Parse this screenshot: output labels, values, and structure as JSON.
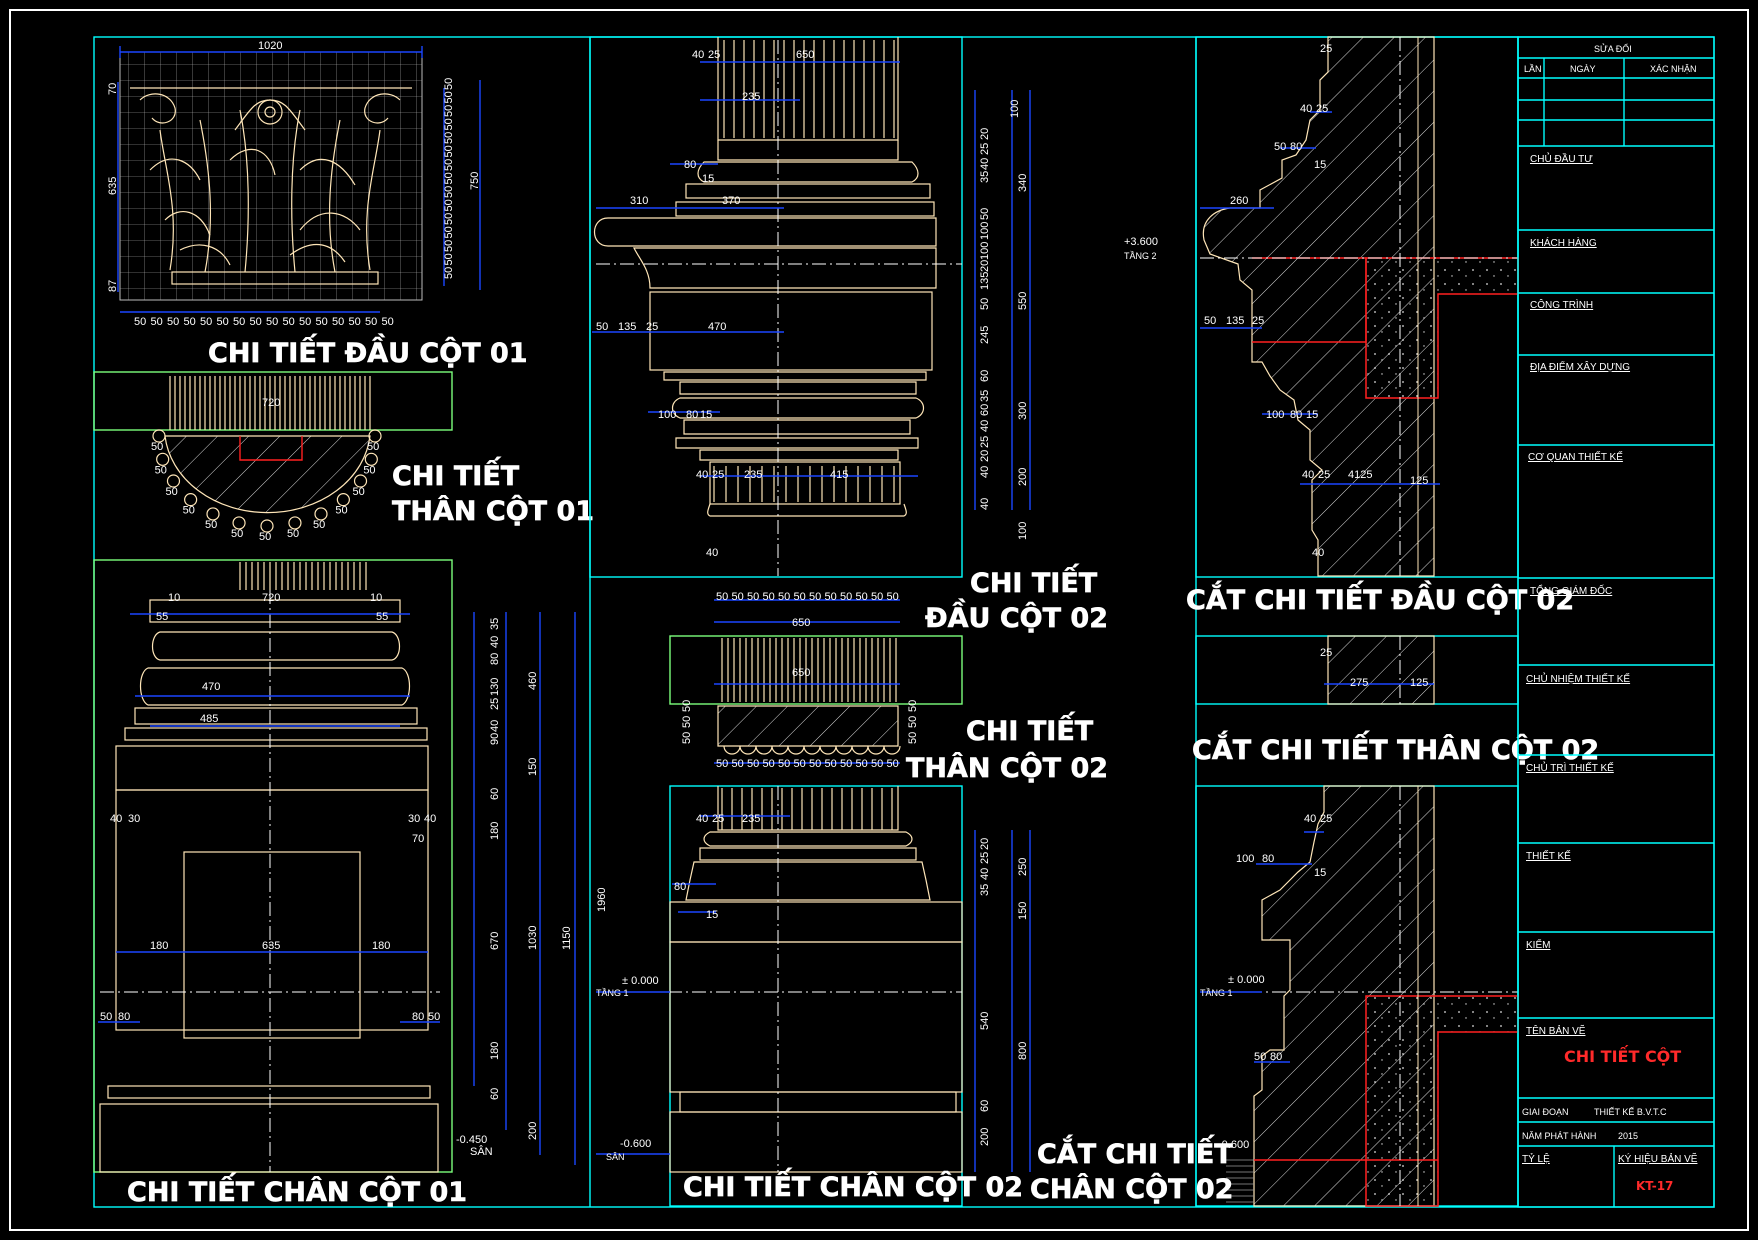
{
  "sheet": {
    "views": {
      "capital_01": "CHI TIẾT ĐẦU CỘT 01",
      "shaft_01_line1": "CHI TIẾT",
      "shaft_01_line2": "THÂN CỘT 01",
      "base_01": "CHI TIẾT CHÂN CỘT 01",
      "capital_02_line1": "CHI TIẾT",
      "capital_02_line2": "ĐẦU CỘT 02",
      "shaft_02_line1": "CHI TIẾT",
      "shaft_02_line2": "THÂN CỘT 02",
      "base_02": "CHI TIẾT CHÂN CỘT 02",
      "section_capital_02": "CẮT CHI TIẾT ĐẦU CỘT 02",
      "section_shaft_02": "CẮT CHI TIẾT THÂN CỘT 02",
      "section_base_02_line1": "CẮT CHI TIẾT",
      "section_base_02_line2": "CHÂN CỘT 02"
    },
    "dims": {
      "cap01_width": "1020",
      "cap01_h_top": "70",
      "cap01_h_mid": "635",
      "cap01_h_bot": "87",
      "cap01_total": "750",
      "cap01_grid": "50",
      "shaft01_width": "720",
      "shaft01_flute": "50",
      "base01": [
        "10",
        "720",
        "10",
        "55",
        "55",
        "470",
        "485",
        "40",
        "30",
        "30",
        "40",
        "70",
        "180",
        "635",
        "180",
        "50",
        "80",
        "80",
        "50"
      ],
      "base01_right": [
        "35",
        "40",
        "80",
        "130",
        "25",
        "40",
        "90",
        "460",
        "150",
        "60",
        "180",
        "670",
        "1030",
        "1150",
        "1960",
        "180",
        "60",
        "200"
      ],
      "cap02": [
        "40",
        "25",
        "650",
        "235",
        "80",
        "15",
        "310",
        "370",
        "50",
        "135",
        "25",
        "470",
        "100",
        "80",
        "15",
        "40",
        "25",
        "235",
        "415",
        "40"
      ],
      "cap02_right": [
        "100",
        "20",
        "25",
        "40",
        "35",
        "340",
        "50",
        "100",
        "100",
        "20",
        "135",
        "550",
        "50",
        "245",
        "60",
        "35",
        "60",
        "300",
        "40",
        "25",
        "20",
        "40",
        "200",
        "40",
        "100"
      ],
      "shaft02": [
        "650",
        "650",
        "50"
      ],
      "base02": [
        "40",
        "25",
        "235",
        "80",
        "15",
        "20",
        "25",
        "40",
        "35",
        "250",
        "150",
        "540",
        "800",
        "60",
        "200"
      ],
      "sec_cap": [
        "25",
        "40",
        "25",
        "50",
        "80",
        "15",
        "260",
        "50",
        "135",
        "25",
        "100",
        "80",
        "15",
        "40",
        "25",
        "4125",
        "125",
        "40"
      ],
      "sec_shaft": [
        "25",
        "275",
        "125"
      ],
      "sec_base": [
        "40",
        "25",
        "100",
        "80",
        "15",
        "50",
        "80"
      ]
    },
    "levels": {
      "tang2_label": "TẦNG 2",
      "tang2_value": "+3.600",
      "tang1_label": "TẦNG 1",
      "tang1_value": "± 0.000",
      "san_label": "SÂN",
      "san_value_1": "-0.450",
      "san_value_2": "-0.600"
    }
  },
  "title_block": {
    "revision": "SỬA ĐỔI",
    "col_lan": "LẦN",
    "col_ngay": "NGÀY",
    "col_xacnhan": "XÁC NHẬN",
    "chu_dau_tu": "CHỦ ĐẦU TƯ",
    "khach_hang": "KHÁCH HÀNG",
    "cong_trinh": "CÔNG TRÌNH",
    "dia_diem": "ĐỊA ĐIỂM XÂY DỰNG",
    "co_quan": "CƠ QUAN THIẾT KẾ",
    "tong_giam_doc": "TỔNG GIÁM ĐỐC",
    "chu_nhiem": "CHỦ NHIỆM THIẾT KẾ",
    "chu_tri": "CHỦ TRÌ THIẾT KẾ",
    "thiet_ke": "THIẾT KẾ",
    "kiem": "KIỂM",
    "ten_ban_ve": "TÊN BẢN VẼ",
    "drawing_name": "CHI TIẾT CỘT",
    "giai_doan_label": "GIAI ĐOẠN",
    "giai_doan_value": "THIẾT KẾ B.V.T.C",
    "nam_label": "NĂM PHÁT HÀNH",
    "nam_value": "2015",
    "ty_le": "TỶ LỆ",
    "ky_hieu_label": "KÝ HIỆU BẢN VẼ",
    "ky_hieu_value": "KT-17"
  },
  "colors": {
    "background": "#000000",
    "frame": "#00ffff",
    "ornament": "#ffe6b8",
    "dimension": "#1a46ff",
    "hatch_border": "#ff2020"
  }
}
